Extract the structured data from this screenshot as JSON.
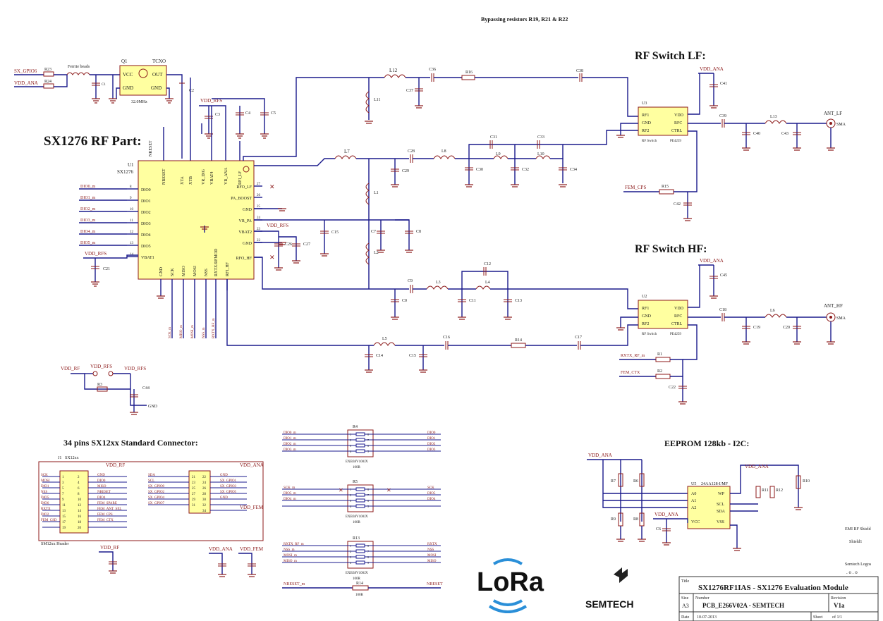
{
  "titles": {
    "bypass_note": "Bypassing resistors R19, R21 & R22",
    "rf_part": "SX1276 RF Part:",
    "switch_lf": "RF Switch LF:",
    "switch_hf": "RF Switch HF:",
    "connector": "34 pins SX12xx Standard Connector:",
    "eeprom": "EEPROM 128kb - I2C:"
  },
  "ic": {
    "ref": "U1",
    "name": "SX1276",
    "left_pins": [
      "DIO0",
      "DIO1",
      "DIO2",
      "DIO3",
      "DIO4",
      "DIO5",
      "VBAT1"
    ],
    "left_nums": [
      "8",
      "9",
      "10",
      "11",
      "12",
      "13",
      "14"
    ],
    "right_pins": [
      "RFO_LF",
      "PA_BOOST",
      "GND",
      "VR_PA",
      "VBAT2",
      "GND",
      "RFO_HF"
    ],
    "right_nums": [
      "27",
      "26",
      "25",
      "24",
      "23",
      "22"
    ],
    "top_pins": [
      "NRESET",
      "XTA",
      "XTB",
      "VR_DIG",
      "VBAT4",
      "VR_ANA",
      "RFI_LF"
    ],
    "bottom_pins": [
      "GND",
      "SCK",
      "MISO",
      "MOSI",
      "NSS",
      "RXTX/RFMOD",
      "RFI_HF"
    ],
    "left_nets": [
      "DIO0_m",
      "DIO1_m",
      "DIO2_m",
      "DIO3_m",
      "DIO4_m",
      "DIO5_m"
    ]
  },
  "tcxo": {
    "ref": "Q1",
    "name": "TCXO",
    "vcc": "VCC",
    "out": "OUT",
    "gnd1": "GND",
    "gnd2": "GND",
    "freq": "32.0MHz"
  },
  "nets": {
    "sx_gpio6": "SX_GPIO6",
    "vdd_ana": "VDD_ANA",
    "vdd_rfs": "VDD_RFS",
    "vdd_rf": "VDD_RF",
    "vdd_fem": "VDD_FEM",
    "ferrite": "Ferrite beads",
    "fem_cps": "FEM_CPS",
    "fem_ctx": "FEM_CTX",
    "rxtx_rf": "RXTX_RF_m",
    "ant_lf": "ANT_LF",
    "ant_hf": "ANT_HF",
    "sma": "SMA",
    "gnd": "GND",
    "nreset_m": "NRESET_m"
  },
  "switch": {
    "rf1": "RF1",
    "rf2": "RF2",
    "gnd": "GND",
    "vdd": "VDD",
    "rfc": "RFC",
    "ctrl": "CTRL",
    "name": "RF Switch",
    "part": "PE4259",
    "u_lf": "U3",
    "u_hf": "U2"
  },
  "passives": {
    "r23": "R23",
    "r24": "R24",
    "c1": "C1",
    "c2": "C2",
    "c3": "C3",
    "c4": "C4",
    "c5": "C5",
    "c21": "C21",
    "l12": "L12",
    "l11": "L11",
    "c36": "C36",
    "c37": "C37",
    "r16": "R16",
    "c38": "C38",
    "c41": "C41",
    "c39": "C39",
    "c40": "C40",
    "l13": "L13",
    "c43": "C43",
    "l7": "L7",
    "l1": "L1",
    "l2": "L2",
    "c28": "C28",
    "c29": "C29",
    "l8": "L8",
    "l9": "L9",
    "l10": "L10",
    "c30": "C30",
    "c31": "C31",
    "c32": "C32",
    "c33": "C33",
    "c34": "C34",
    "c7": "C7",
    "c8": "C8",
    "c15": "C15",
    "c26": "C26",
    "c27": "C27",
    "c9": "C9",
    "c0": "C0",
    "l3": "L3",
    "l4": "L4",
    "c11": "C11",
    "c12": "C12",
    "c13": "C13",
    "c18": "C18",
    "c45": "C45",
    "c19": "C19",
    "c20": "C20",
    "l6": "L6",
    "l5": "L5",
    "c14": "C14",
    "c15b": "C15",
    "c16": "C16",
    "r14": "R14",
    "c17": "C17",
    "r15": "R15",
    "c42": "C42",
    "r1": "R1",
    "r2": "R2",
    "c22": "C22",
    "r3": "R3",
    "c44": "C44"
  },
  "connector": {
    "ref": "J1",
    "name": "SX12xx",
    "footer": "SM12xx Header",
    "left_labels": [
      "SCK",
      "MOSI",
      "DIO1",
      "NSS",
      "DIO5",
      "DIO6",
      "RXTX",
      "DIO2",
      "FEM_CSD"
    ],
    "left_pins": [
      "1",
      "3",
      "5",
      "7",
      "9",
      "11",
      "13",
      "15",
      "17",
      "19"
    ],
    "right_pins": [
      "2",
      "4",
      "6",
      "8",
      "10",
      "12",
      "14",
      "16",
      "18",
      "20"
    ],
    "right_labels": [
      "GND",
      "DIO0",
      "MISO",
      "NRESET",
      "DIO4",
      "FEM_SPARE",
      "FEM_ANT_SEL",
      "FEM_CPS",
      "FEM_CTX"
    ],
    "j2_left": [
      "SDA",
      "SCL",
      "SX_GPIO0",
      "SX_GPIO2",
      "SX_GPIO4",
      "SX_GPIO7"
    ],
    "j2_lnums": [
      "21",
      "23",
      "25",
      "27",
      "29",
      "31"
    ],
    "j2_rnums": [
      "22",
      "24",
      "26",
      "28",
      "30",
      "32",
      "34"
    ],
    "j2_right": [
      "GND",
      "SX_GPIO1",
      "SX_GPIO3",
      "SX_GPIO5",
      "GND"
    ]
  },
  "arrays": [
    {
      "ref": "R4",
      "part": "EXB38V100JX",
      "value": "100R",
      "left": [
        "DIO0_m",
        "DIO1_m",
        "DIO2_m",
        "DIO3_m"
      ],
      "right": [
        "DIO0",
        "DIO1",
        "DIO2",
        "DIO3"
      ]
    },
    {
      "ref": "R5",
      "part": "EXB38V100JX",
      "value": "100R",
      "left": [
        "SCK_m",
        "DIO5_m",
        "DIO4_m"
      ],
      "right": [
        "SCK",
        "DIO5",
        "DIO4"
      ]
    },
    {
      "ref": "R13",
      "part": "EXB38V100JX",
      "value": "100R",
      "left": [
        "RXTX_RF_m",
        "NSS_m",
        "MOSI_m",
        "MISO_m"
      ],
      "right": [
        "RXTX",
        "NSS",
        "MOSI",
        "MISO"
      ]
    }
  ],
  "r14": {
    "ref": "R14",
    "value": "100R",
    "left": "NRESET_m",
    "right": "NRESET"
  },
  "eeprom": {
    "ref": "U5",
    "part": "24AA128-I/MF",
    "pins": [
      "A0",
      "A1",
      "A2",
      "VCC",
      "WP",
      "SCL",
      "SDA",
      "VSS"
    ],
    "r7": "R7",
    "r8": "R8",
    "r9": "R9",
    "r6": "R6",
    "r11": "R11",
    "r12": "R12",
    "r10": "R10",
    "c6": "C6"
  },
  "misc": {
    "emi": "EMI RF Shield",
    "shield": "Shield1",
    "logos": "Semtech Logos",
    "lora": "LoRa",
    "semtech": "SEMTECH"
  },
  "title_block": {
    "title_label": "Title",
    "title": "SX1276RF1IAS - SX1276 Evaluation Module",
    "size_label": "Size",
    "size": "A3",
    "number_label": "Number",
    "number": "PCB_E266V02A - SEMTECH",
    "revision_label": "Revision",
    "revision": "V1a",
    "date_label": "Date",
    "date": "10-07-2013",
    "sheet_label": "Sheet",
    "sheet": "of 1/1"
  },
  "colors": {
    "wire": "#1a1a8c",
    "part": "#8c1a1a",
    "fill": "#ffffa0"
  }
}
